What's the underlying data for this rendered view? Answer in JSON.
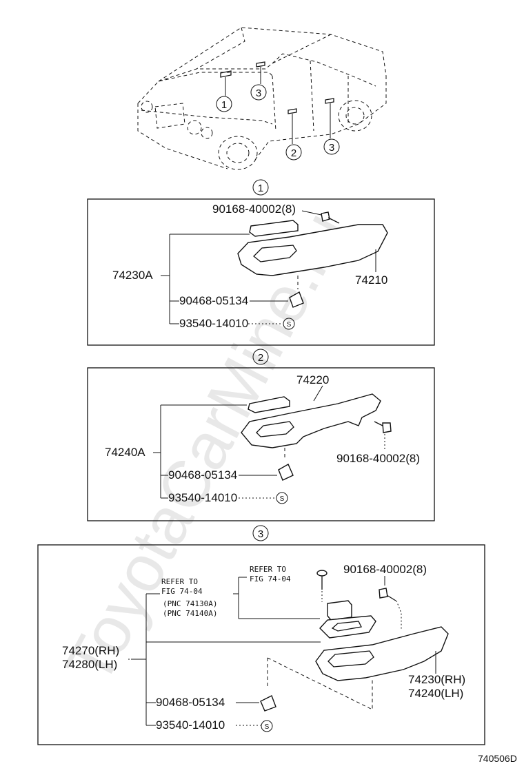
{
  "watermark": "ToyotaCarMine.ru",
  "car_callouts": [
    "1",
    "2",
    "3",
    "3"
  ],
  "section1": {
    "marker": "1",
    "bolt": "90168-40002(8)",
    "assy": "74230A",
    "armrest": "74210",
    "retainer": "90468-05134",
    "screw": "93540-14010",
    "s_mark": "S"
  },
  "section2": {
    "marker": "2",
    "armrest": "74220",
    "assy": "74240A",
    "bolt": "90168-40002(8)",
    "retainer": "90468-05134",
    "screw": "93540-14010",
    "s_mark": "S"
  },
  "section3": {
    "marker": "3",
    "refer_a_1": "REFER TO",
    "refer_a_2": "FIG 74-04",
    "refer_a_3": "(PNC 74130A)",
    "refer_a_4": "(PNC 74140A)",
    "refer_b_1": "REFER TO",
    "refer_b_2": "FIG 74-04",
    "bolt": "90168-40002(8)",
    "assy_rh": "74270(RH)",
    "assy_lh": "74280(LH)",
    "armrest_rh": "74230(RH)",
    "armrest_lh": "74240(LH)",
    "retainer": "90468-05134",
    "screw": "93540-14010",
    "s_mark": "S"
  },
  "figure_code": "740506D"
}
